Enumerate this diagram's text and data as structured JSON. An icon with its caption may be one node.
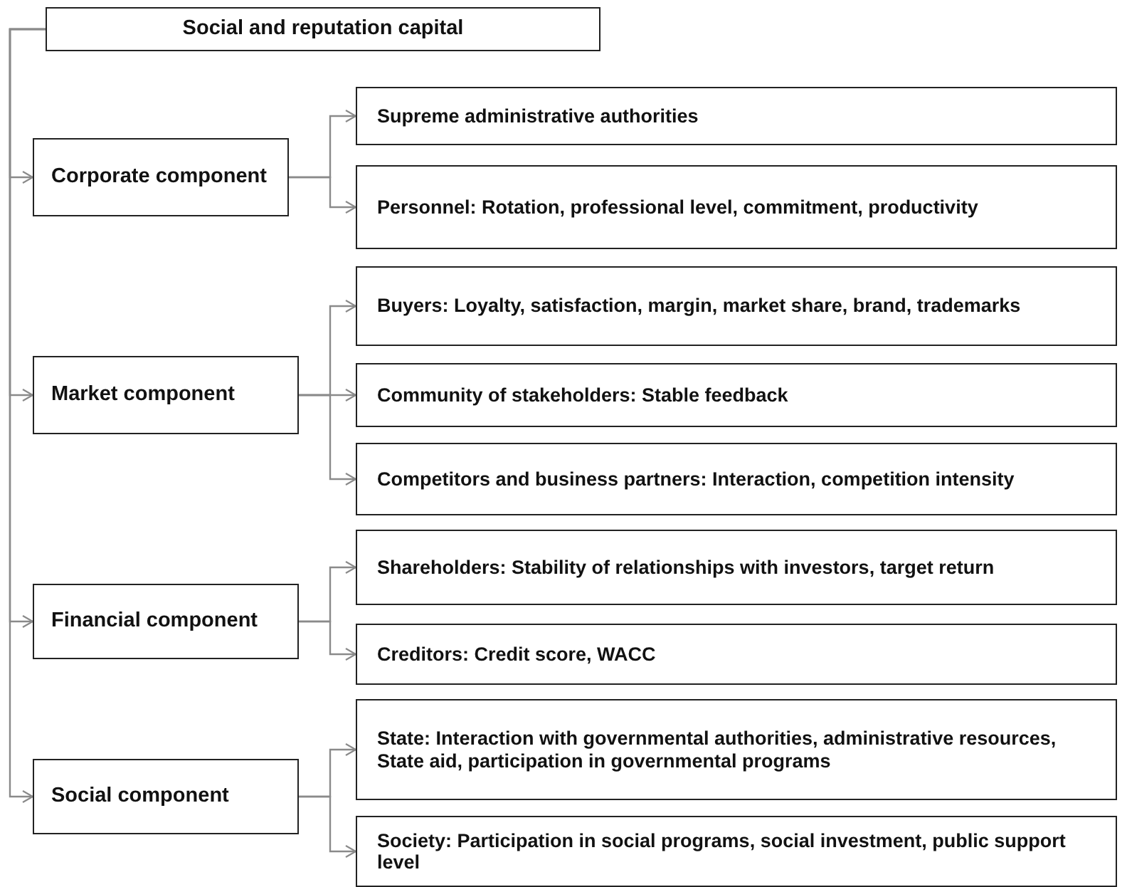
{
  "diagram": {
    "nodes": [
      {
        "text": [
          "Social and reputation capital"
        ]
      },
      {
        "text": [
          "Corporate component"
        ]
      },
      {
        "text": [
          "Supreme administrative authorities"
        ]
      },
      {
        "text": [
          "Personnel: Rotation, professional level, commitment, productivity"
        ]
      },
      {
        "text": [
          "Market component"
        ]
      },
      {
        "text": [
          "Buyers: Loyalty, satisfaction, margin, market share, brand, trademarks"
        ]
      },
      {
        "text": [
          "Community of stakeholders: Stable feedback"
        ]
      },
      {
        "text": [
          "Competitors and business partners: Interaction, competition intensity"
        ]
      },
      {
        "text": [
          "Financial component"
        ]
      },
      {
        "text": [
          "Shareholders: Stability of relationships with investors, target return"
        ]
      },
      {
        "text": [
          "Creditors: Credit score, WACC"
        ]
      },
      {
        "text": [
          "Social component"
        ]
      },
      {
        "text": [
          "State: Interaction with governmental authorities, administrative resources, State aid, participation in governmental programs"
        ]
      },
      {
        "text": [
          "Society: Participation in social programs, social investment, public support level"
        ]
      }
    ],
    "edges": [
      {
        "from": 0,
        "to": 1,
        "arrow": "to"
      },
      {
        "from": 0,
        "to": 4,
        "arrow": "to"
      },
      {
        "from": 0,
        "to": 8,
        "arrow": "to"
      },
      {
        "from": 0,
        "to": 11,
        "arrow": "to"
      },
      {
        "from": 1,
        "to": 2,
        "arrow": "to"
      },
      {
        "from": 1,
        "to": 3,
        "arrow": "to"
      },
      {
        "from": 4,
        "to": 5,
        "arrow": "to"
      },
      {
        "from": 4,
        "to": 6,
        "arrow": "to"
      },
      {
        "from": 4,
        "to": 7,
        "arrow": "to"
      },
      {
        "from": 8,
        "to": 9,
        "arrow": "to"
      },
      {
        "from": 8,
        "to": 10,
        "arrow": "to"
      },
      {
        "from": 11,
        "to": 12,
        "arrow": "to"
      },
      {
        "from": 11,
        "to": 13,
        "arrow": "to"
      }
    ]
  }
}
